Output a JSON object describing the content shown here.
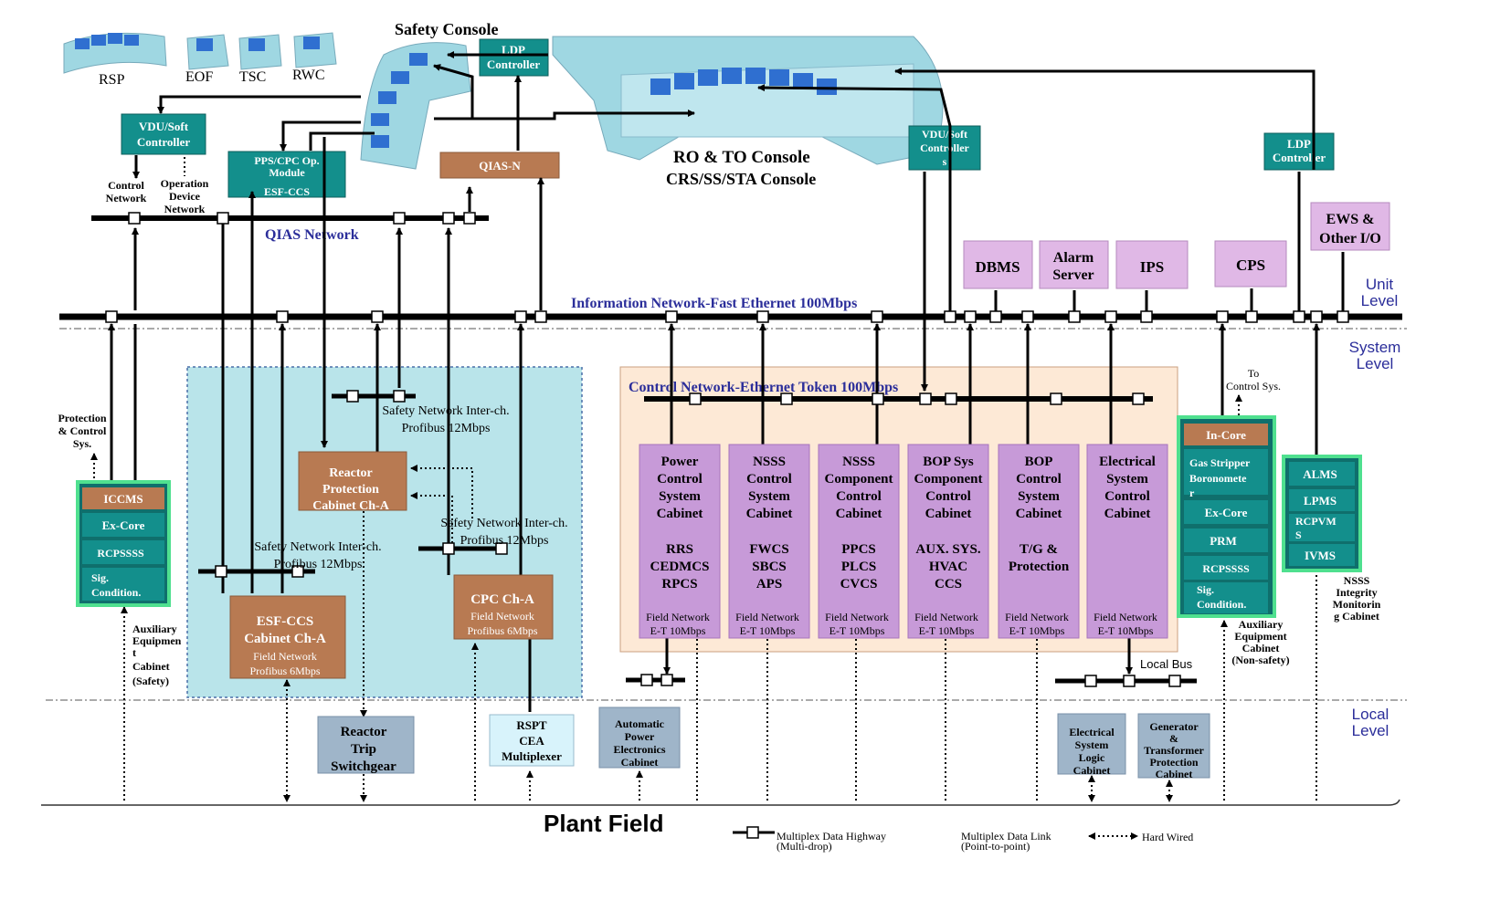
{
  "colors": {
    "teal": "#138f8c",
    "teal_dark": "#0f6f6c",
    "brown": "#b87a52",
    "violet": "#c79ad8",
    "violet_dark": "#a774bc",
    "pink": "#e0b8e6",
    "steel": "#9fb5c9",
    "light_blue": "#d8f3fb",
    "safety_area": "#b9e4ea",
    "control_area": "#fde9d6",
    "navy_text": "#2b2e9a",
    "green_border": "#4fe08f"
  },
  "console": {
    "safety_console": "Safety Console",
    "ro_to_console": "RO & TO Console",
    "crs_console": "CRS/SS/STA Console",
    "rsp": "RSP",
    "eof": "EOF",
    "tsc": "TSC",
    "rwc": "RWC"
  },
  "controllers": {
    "ldp_top": [
      "LDP",
      "Controller"
    ],
    "ldp_right": [
      "LDP",
      "Controller"
    ],
    "vdu_left": [
      "VDU/Soft",
      "Controller"
    ],
    "vdu_right": [
      "VDU/Soft",
      "Controller",
      "s"
    ],
    "pps_cpc": [
      "PPS/CPC Op.",
      "Module",
      "ESF-CCS"
    ],
    "qias_n": "QIAS-N"
  },
  "network_labels": {
    "control_network": [
      "Control",
      "Network"
    ],
    "operation_device": [
      "Operation",
      "Device",
      "Network"
    ],
    "qias": "QIAS  Network",
    "info": "Information Network-Fast Ethernet 100Mbps",
    "control_token": "Control Network-Ethernet  Token  100Mbps",
    "safety_inter_1": [
      "Safety Network Inter-ch.",
      "Profibus 12Mbps"
    ],
    "safety_inter_2": [
      "Safety Network Inter-ch.",
      "Profibus 12Mbps"
    ],
    "safety_inter_3": [
      "Safety Network Inter-ch.",
      "Profibus 12Mbps"
    ],
    "local_bus": "Local Bus",
    "to_control": [
      "To",
      "Control Sys."
    ]
  },
  "levels": {
    "unit": [
      "Unit",
      "Level"
    ],
    "system": [
      "System",
      "Level"
    ],
    "local": [
      "Local",
      "Level"
    ]
  },
  "servers": {
    "dbms": "DBMS",
    "alarm": [
      "Alarm",
      "Server"
    ],
    "ips": "IPS",
    "cps": "CPS",
    "ews": [
      "EWS &",
      "Other I/O"
    ]
  },
  "left_cabinet": {
    "items": [
      "ICCMS",
      "Ex-Core",
      "RCPSSSS",
      "Sig.\nCondition."
    ],
    "protection_label": [
      "Protection",
      "& Control",
      "Sys."
    ],
    "aux_label": [
      "Auxiliary",
      "Equipmen",
      "t",
      "Cabinet",
      "(Safety)"
    ]
  },
  "safety_cabinets": {
    "reactor_protection": [
      "Reactor",
      "Protection",
      "Cabinet Ch-A"
    ],
    "esf_ccs": [
      "ESF-CCS",
      "Cabinet Ch-A",
      "Field Network",
      "Profibus 6Mbps"
    ],
    "cpc": [
      "CPC Ch-A",
      "Field Network",
      "Profibus 6Mbps"
    ]
  },
  "control_cabinets": [
    {
      "title": [
        "Power",
        "Control",
        "System",
        "Cabinet"
      ],
      "subs": [
        "RRS",
        "CEDMCS",
        "RPCS"
      ]
    },
    {
      "title": [
        "NSSS",
        "Control",
        "System",
        "Cabinet"
      ],
      "subs": [
        "FWCS",
        "SBCS",
        "APS"
      ]
    },
    {
      "title": [
        "NSSS",
        "Component",
        "Control",
        "Cabinet"
      ],
      "subs": [
        "PPCS",
        "PLCS",
        "CVCS"
      ]
    },
    {
      "title": [
        "BOP Sys",
        "Component",
        "Control",
        "Cabinet"
      ],
      "subs": [
        "AUX. SYS.",
        "HVAC",
        "CCS"
      ]
    },
    {
      "title": [
        "BOP",
        "Control",
        "System",
        "Cabinet"
      ],
      "subs": [
        "T/G &",
        "Protection"
      ]
    },
    {
      "title": [
        "Electrical",
        "System",
        "Control",
        "Cabinet"
      ],
      "subs": []
    }
  ],
  "field_network": [
    "Field Network",
    "E-T 10Mbps"
  ],
  "right_cabinet": {
    "items": [
      "In-Core",
      "Gas Stripper\nBoronomete\nr",
      "Ex-Core",
      "PRM",
      "RCPSSSS",
      "Sig.\nCondition."
    ],
    "aux_label": [
      "Auxiliary",
      "Equipment",
      "Cabinet",
      "(Non-safety)"
    ]
  },
  "nims_cabinet": {
    "items": [
      "ALMS",
      "LPMS",
      "RCPVM\nS",
      "IVMS"
    ],
    "label": [
      "NSSS",
      "Integrity",
      "Monitorin",
      "g Cabinet"
    ]
  },
  "local_devices": {
    "reactor_trip": [
      "Reactor",
      "Trip",
      "Switchgear"
    ],
    "rspt": [
      "RSPT",
      "CEA",
      "Multiplexer"
    ],
    "apec": [
      "Automatic",
      "Power",
      "Electronics",
      "Cabinet"
    ],
    "eslc": [
      "Electrical",
      "System",
      "Logic",
      "Cabinet"
    ],
    "gtpc": [
      "Generator",
      "&",
      "Transformer",
      "Protection",
      "Cabinet"
    ]
  },
  "plant_field": "Plant Field",
  "legend": {
    "highway": [
      "Multiplex Data Highway",
      "(Multi-drop)"
    ],
    "link": [
      "Multiplex Data Link",
      "(Point-to-point)"
    ],
    "hard": "Hard Wired"
  }
}
